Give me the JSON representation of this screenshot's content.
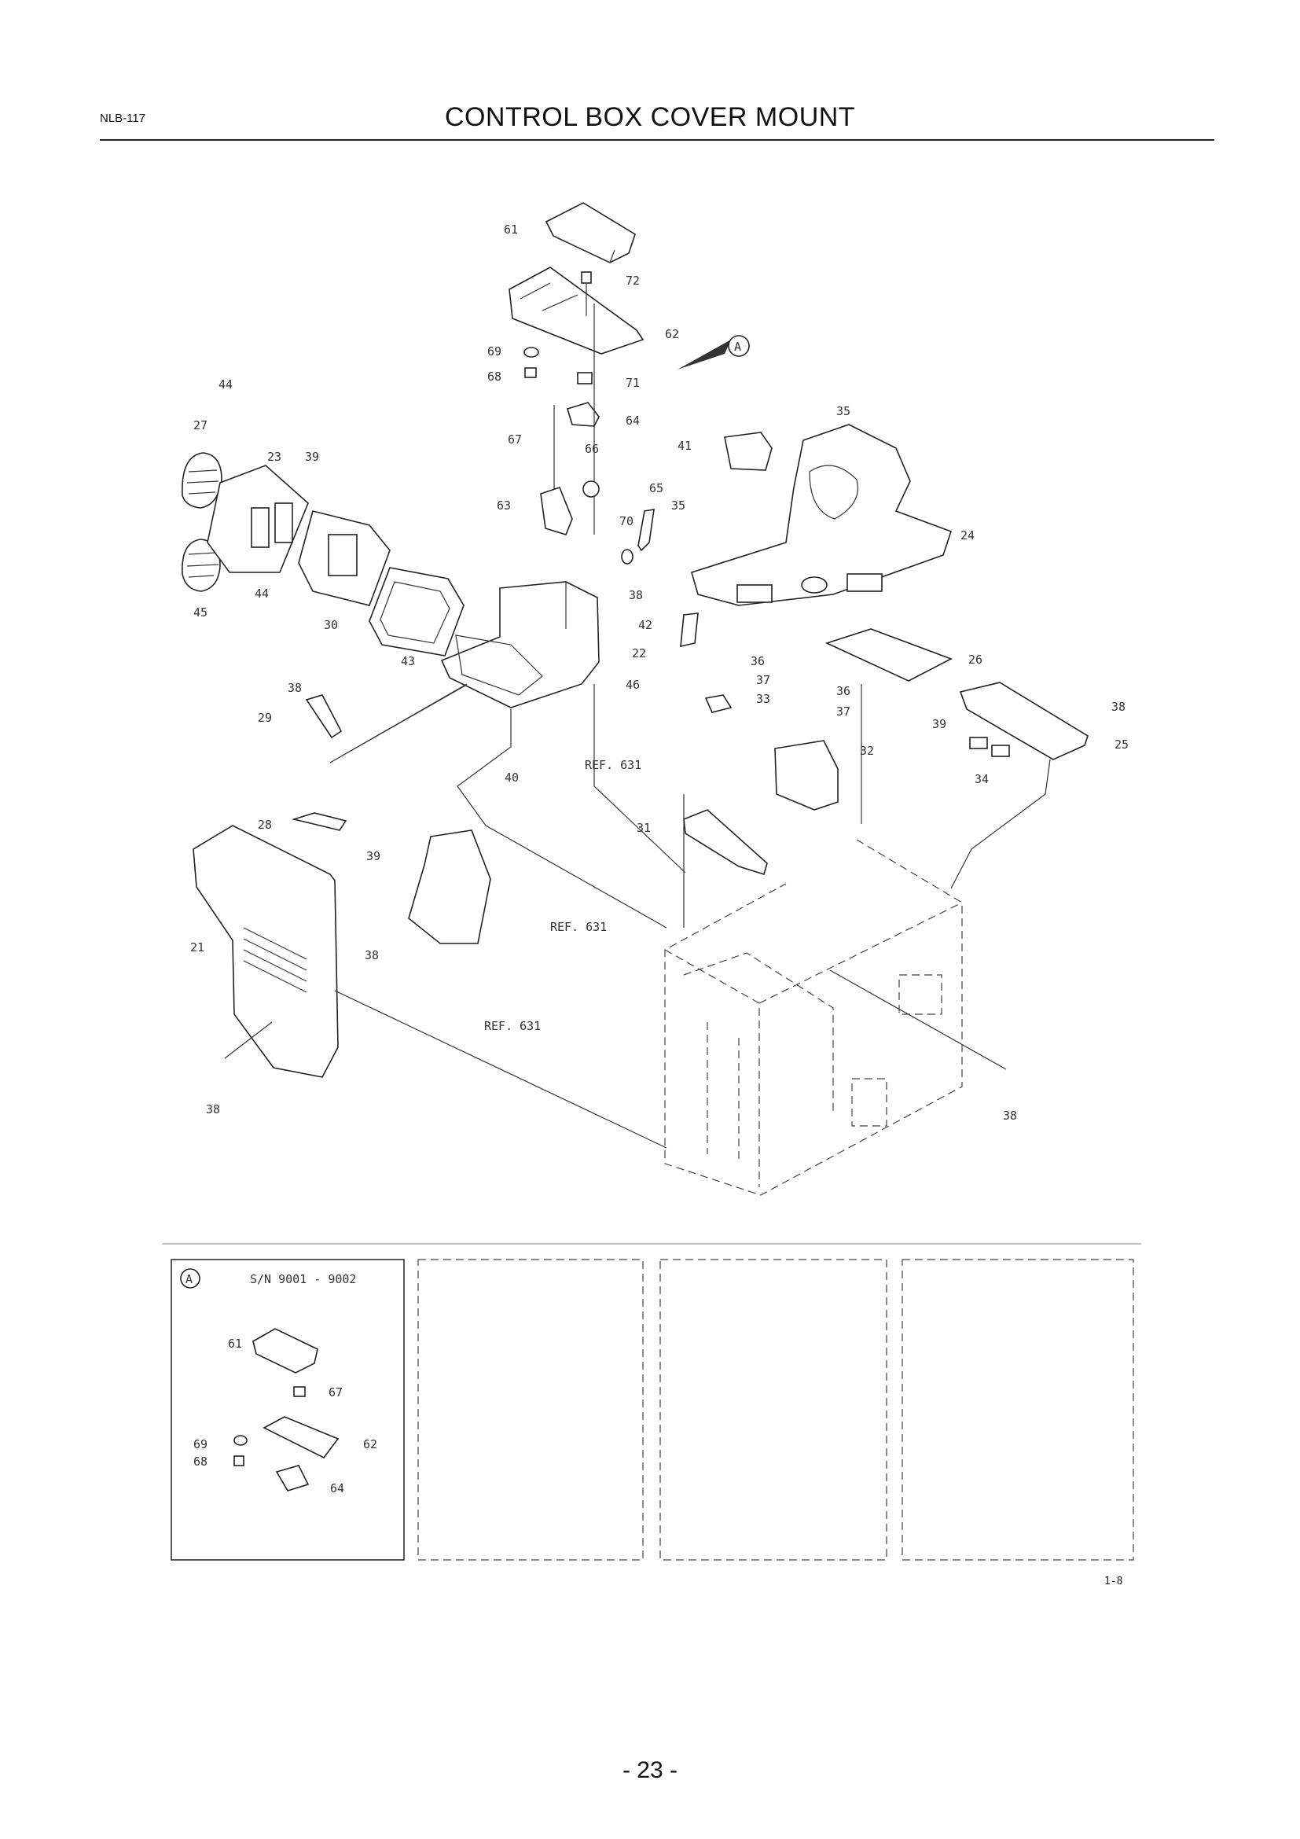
{
  "header": {
    "code": "NLB-117",
    "title": "CONTROL BOX COVER MOUNT"
  },
  "diagram": {
    "labels": [
      {
        "id": "l61",
        "text": "61"
      },
      {
        "id": "l72",
        "text": "72"
      },
      {
        "id": "l62",
        "text": "62"
      },
      {
        "id": "l69",
        "text": "69"
      },
      {
        "id": "l68",
        "text": "68"
      },
      {
        "id": "l71",
        "text": "71"
      },
      {
        "id": "l64",
        "text": "64"
      },
      {
        "id": "l35a",
        "text": "35"
      },
      {
        "id": "l41",
        "text": "41"
      },
      {
        "id": "l44a",
        "text": "44"
      },
      {
        "id": "l27",
        "text": "27"
      },
      {
        "id": "l23",
        "text": "23"
      },
      {
        "id": "l39a",
        "text": "39"
      },
      {
        "id": "l67",
        "text": "67"
      },
      {
        "id": "l66",
        "text": "66"
      },
      {
        "id": "l63",
        "text": "63"
      },
      {
        "id": "l65",
        "text": "65"
      },
      {
        "id": "l35b",
        "text": "35"
      },
      {
        "id": "l24",
        "text": "24"
      },
      {
        "id": "l70",
        "text": "70"
      },
      {
        "id": "l45",
        "text": "45"
      },
      {
        "id": "l44b",
        "text": "44"
      },
      {
        "id": "l30",
        "text": "30"
      },
      {
        "id": "l38a",
        "text": "38"
      },
      {
        "id": "l42",
        "text": "42"
      },
      {
        "id": "l43",
        "text": "43"
      },
      {
        "id": "l22",
        "text": "22"
      },
      {
        "id": "l36a",
        "text": "36"
      },
      {
        "id": "l26",
        "text": "26"
      },
      {
        "id": "l38b",
        "text": "38"
      },
      {
        "id": "l46",
        "text": "46"
      },
      {
        "id": "l37a",
        "text": "37"
      },
      {
        "id": "l33",
        "text": "33"
      },
      {
        "id": "l36b",
        "text": "36"
      },
      {
        "id": "l29",
        "text": "29"
      },
      {
        "id": "l37b",
        "text": "37"
      },
      {
        "id": "l38c",
        "text": "38"
      },
      {
        "id": "l39b",
        "text": "39"
      },
      {
        "id": "l32",
        "text": "32"
      },
      {
        "id": "l25",
        "text": "25"
      },
      {
        "id": "l40",
        "text": "40"
      },
      {
        "id": "l34",
        "text": "34"
      },
      {
        "id": "l28",
        "text": "28"
      },
      {
        "id": "l39c",
        "text": "39"
      },
      {
        "id": "l31",
        "text": "31"
      },
      {
        "id": "l21",
        "text": "21"
      },
      {
        "id": "l38d",
        "text": "38"
      },
      {
        "id": "l38e",
        "text": "38"
      },
      {
        "id": "l38f",
        "text": "38"
      }
    ],
    "refs": [
      {
        "id": "r1",
        "text": "REF. 631"
      },
      {
        "id": "r2",
        "text": "REF. 631"
      },
      {
        "id": "r3",
        "text": "REF. 631"
      }
    ],
    "view_marker": "A"
  },
  "inset": {
    "marker": "A",
    "serial": "S/N 9001 - 9002",
    "labels": [
      {
        "id": "i61",
        "text": "61"
      },
      {
        "id": "i67",
        "text": "67"
      },
      {
        "id": "i62",
        "text": "62"
      },
      {
        "id": "i69",
        "text": "69"
      },
      {
        "id": "i68",
        "text": "68"
      },
      {
        "id": "i64",
        "text": "64"
      }
    ],
    "code": "1-8"
  },
  "footer": {
    "page": "- 23 -"
  }
}
